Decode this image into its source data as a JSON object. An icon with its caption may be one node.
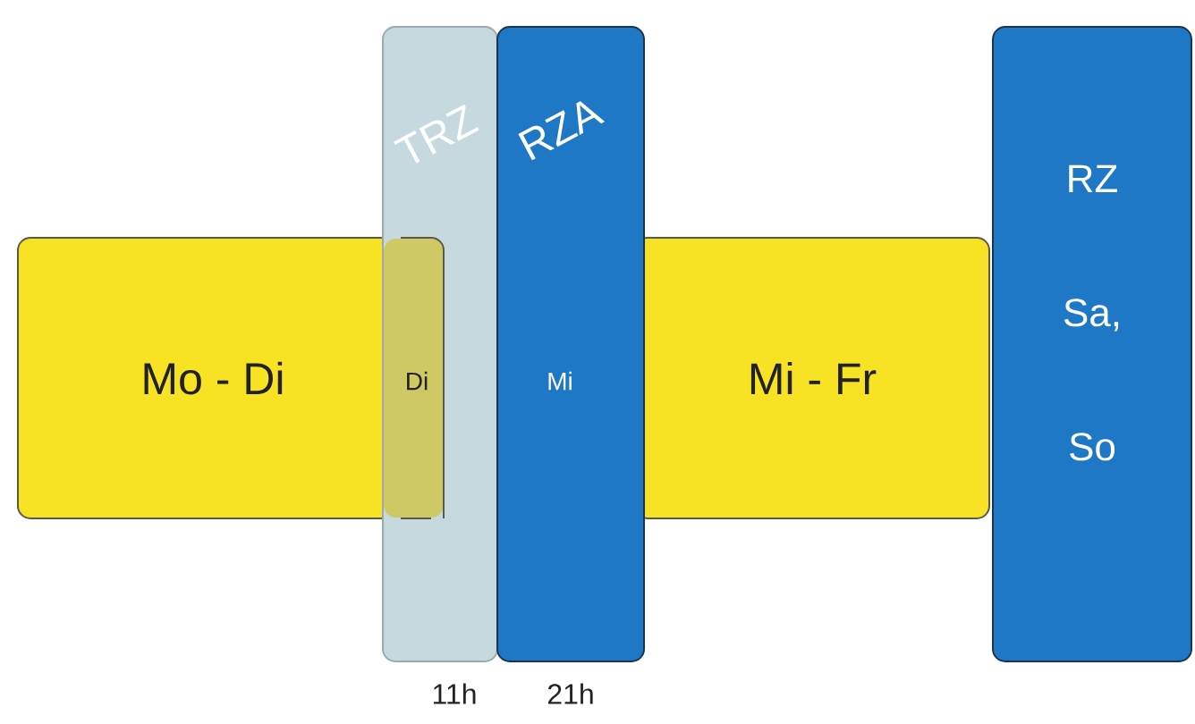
{
  "diagram": {
    "nodes": [
      {
        "text": [
          "Mo - Di"
        ]
      },
      {
        "text": [
          "TRZ",
          "Di"
        ],
        "beside": [
          "11h"
        ]
      },
      {
        "text": [
          "RZA",
          "Mi"
        ],
        "beside": [
          "21h"
        ]
      },
      {
        "text": [
          "Mi - Fr"
        ]
      },
      {
        "text": [
          "RZ Sa, So"
        ]
      }
    ]
  }
}
